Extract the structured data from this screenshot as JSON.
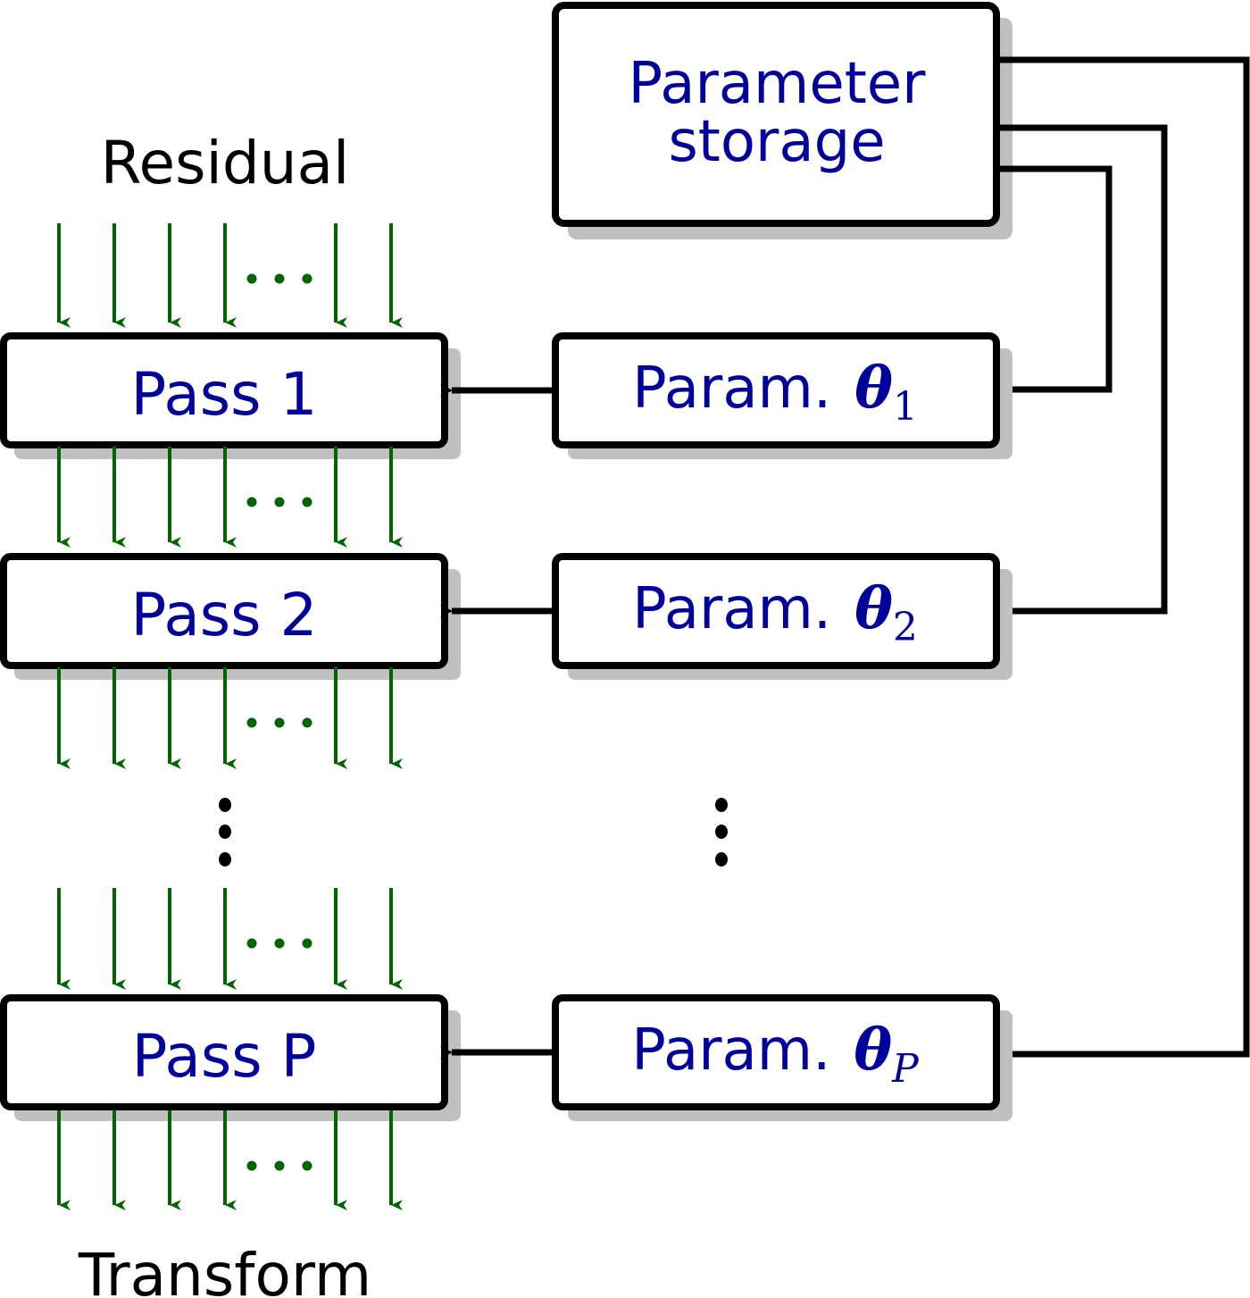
{
  "diagram": {
    "input_label": "Residual",
    "output_label": "Transform",
    "storage_box": {
      "line1": "Parameter",
      "line2": "storage"
    },
    "passes": [
      {
        "label": "Pass 1",
        "param_prefix": "Param.",
        "param_symbol": "θ",
        "param_subscript": "1"
      },
      {
        "label": "Pass 2",
        "param_prefix": "Param.",
        "param_symbol": "θ",
        "param_subscript": "2"
      },
      {
        "label": "Pass P",
        "param_prefix": "Param.",
        "param_symbol": "θ",
        "param_subscript": "P"
      }
    ],
    "ellipsis_horizontal": "⋯",
    "colors": {
      "label_text": "#00009a",
      "flow_arrows": "#006400",
      "box_border": "#000000",
      "shadow": "#c0c0c0"
    }
  }
}
